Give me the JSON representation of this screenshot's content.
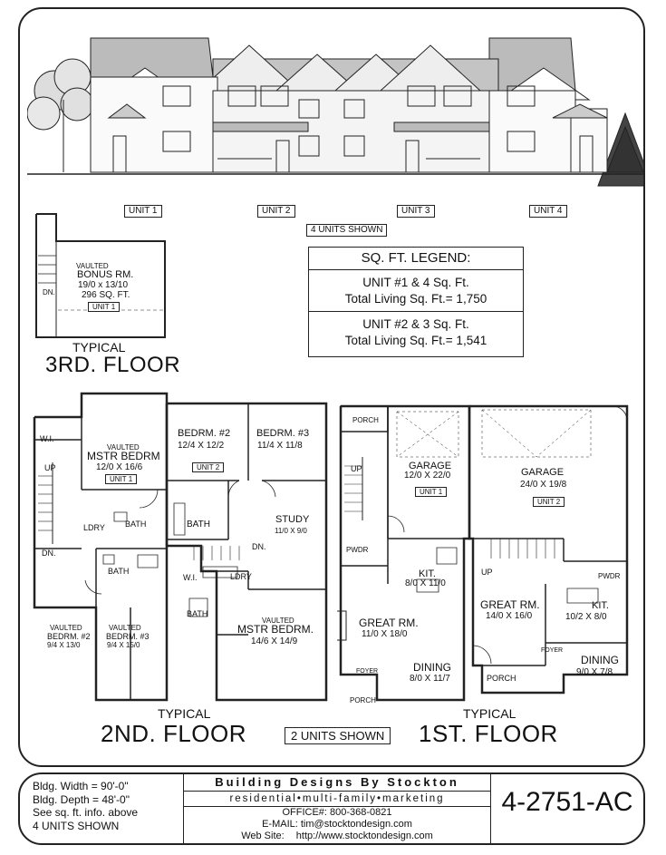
{
  "elevation": {
    "unit_labels": [
      "UNIT 1",
      "UNIT 2",
      "UNIT 3",
      "UNIT 4"
    ],
    "units_shown": "4 UNITS SHOWN"
  },
  "third_floor": {
    "room": {
      "line1": "VAULTED",
      "line2": "BONUS RM.",
      "dims": "19/0 x 13/10",
      "area": "296 SQ. FT."
    },
    "unit": "UNIT 1",
    "dn": "DN.",
    "caption_small": "TYPICAL",
    "caption_big": "3RD. FLOOR"
  },
  "legend": {
    "title": "SQ. FT. LEGEND:",
    "rows": [
      {
        "line1": "UNIT #1 & 4 Sq. Ft.",
        "line2": "Total Living Sq. Ft.= 1,750"
      },
      {
        "line1": "UNIT #2 & 3 Sq. Ft.",
        "line2": "Total Living Sq. Ft.= 1,541"
      }
    ]
  },
  "second_floor": {
    "caption_small": "TYPICAL",
    "caption_big": "2ND. FLOOR",
    "units_shown": "2 UNITS SHOWN",
    "wi_1": "W.I.",
    "mstr1": {
      "line1": "VAULTED",
      "line2": "MSTR BEDRM",
      "dims": "12/0 X 16/6",
      "unit": "UNIT 1"
    },
    "up": "UP",
    "ldry1": "LDRY",
    "bath1a": "BATH",
    "dn1": "DN.",
    "bath1b": "BATH",
    "bed2a": {
      "line1": "VAULTED",
      "line2": "BEDRM. #2",
      "dims": "9/4 X 13/0"
    },
    "bed3a": {
      "line1": "VAULTED",
      "line2": "BEDRM. #3",
      "dims": "9/4 X 15/0"
    },
    "bed2b": {
      "line1": "BEDRM. #2",
      "dims": "12/4 X 12/2",
      "unit": "UNIT 2"
    },
    "bed3b": {
      "line1": "BEDRM. #3",
      "dims": "11/4 X 11/8"
    },
    "bath2a": "BATH",
    "study": {
      "line1": "STUDY",
      "dims": "11/0 X 9/0"
    },
    "dn2": "DN.",
    "wi_2": "W.I.",
    "ldry2": "LDRY",
    "bath2b": "BATH",
    "mstr2": {
      "line1": "VAULTED",
      "line2": "MSTR BEDRM.",
      "dims": "14/6 X 14/9"
    }
  },
  "first_floor": {
    "caption_small": "TYPICAL",
    "caption_big": "1ST. FLOOR",
    "porch1": "PORCH",
    "up1": "UP",
    "garage1": {
      "line1": "GARAGE",
      "dims": "12/0 X 22/0",
      "unit": "UNIT 1"
    },
    "pwdr1": "PWDR",
    "kit1": {
      "line1": "KIT.",
      "dims": "8/0 X 11/0"
    },
    "great1": {
      "line1": "GREAT RM.",
      "dims": "11/0 X 18/0"
    },
    "dining1": {
      "line1": "DINING",
      "dims": "8/0 X 11/7"
    },
    "foyer1": "FOYER",
    "porch1b": "PORCH",
    "garage2": {
      "line1": "GARAGE",
      "dims": "24/0 X 19/8",
      "unit": "UNIT 2"
    },
    "up2": "UP",
    "pwdr2": "PWDR",
    "great2": {
      "line1": "GREAT RM.",
      "dims": "14/0 X 16/0"
    },
    "kit2": {
      "line1": "KIT.",
      "dims": "10/2 X 8/0"
    },
    "foyer2": "FOYER",
    "dining2": {
      "line1": "DINING",
      "dims": "9/0 X 7/8"
    },
    "porch2": "PORCH"
  },
  "titleblock": {
    "specs": [
      "Bldg. Width = 90'-0\"",
      "Bldg. Depth = 48'-0\"",
      "See sq. ft. info. above",
      "4 UNITS SHOWN"
    ],
    "company": "Building Designs By Stockton",
    "tagline": "residential•multi-family•marketing",
    "office": "OFFICE#: 800-368-0821",
    "email": "E-MAIL: tim@stocktondesign.com",
    "web_label": "Web Site:",
    "web": "http://www.stocktondesign.com",
    "plan_number": "4-2751-AC"
  }
}
